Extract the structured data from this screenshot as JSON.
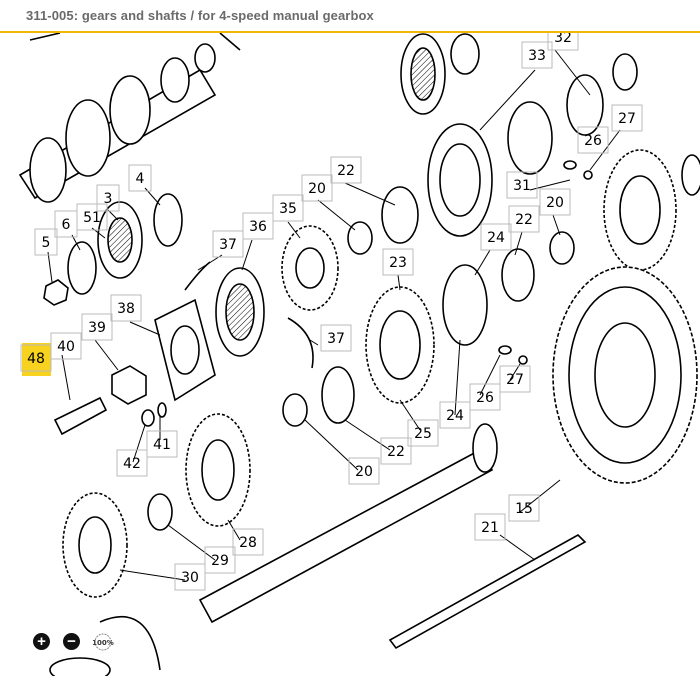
{
  "header": {
    "title": "311-005: gears and shafts / for 4-speed manual gearbox"
  },
  "callouts": [
    {
      "label": "32"
    },
    {
      "label": "33"
    },
    {
      "label": "27"
    },
    {
      "label": "26"
    },
    {
      "label": "31"
    },
    {
      "label": "22"
    },
    {
      "label": "20"
    },
    {
      "label": "22"
    },
    {
      "label": "20"
    },
    {
      "label": "24"
    },
    {
      "label": "4"
    },
    {
      "label": "3"
    },
    {
      "label": "51"
    },
    {
      "label": "6"
    },
    {
      "label": "5"
    },
    {
      "label": "37"
    },
    {
      "label": "36"
    },
    {
      "label": "35"
    },
    {
      "label": "23"
    },
    {
      "label": "48"
    },
    {
      "label": "40"
    },
    {
      "label": "39"
    },
    {
      "label": "38"
    },
    {
      "label": "37"
    },
    {
      "label": "26"
    },
    {
      "label": "27"
    },
    {
      "label": "24"
    },
    {
      "label": "25"
    },
    {
      "label": "22"
    },
    {
      "label": "41"
    },
    {
      "label": "42"
    },
    {
      "label": "20"
    },
    {
      "label": "15"
    },
    {
      "label": "28"
    },
    {
      "label": "29"
    },
    {
      "label": "30"
    },
    {
      "label": "21"
    }
  ],
  "highlight_color": "#f7d21e",
  "zoom_controls": {
    "zoom_in_icon": "plus-icon",
    "zoom_out_icon": "minus-icon",
    "reset_label": "100%"
  }
}
